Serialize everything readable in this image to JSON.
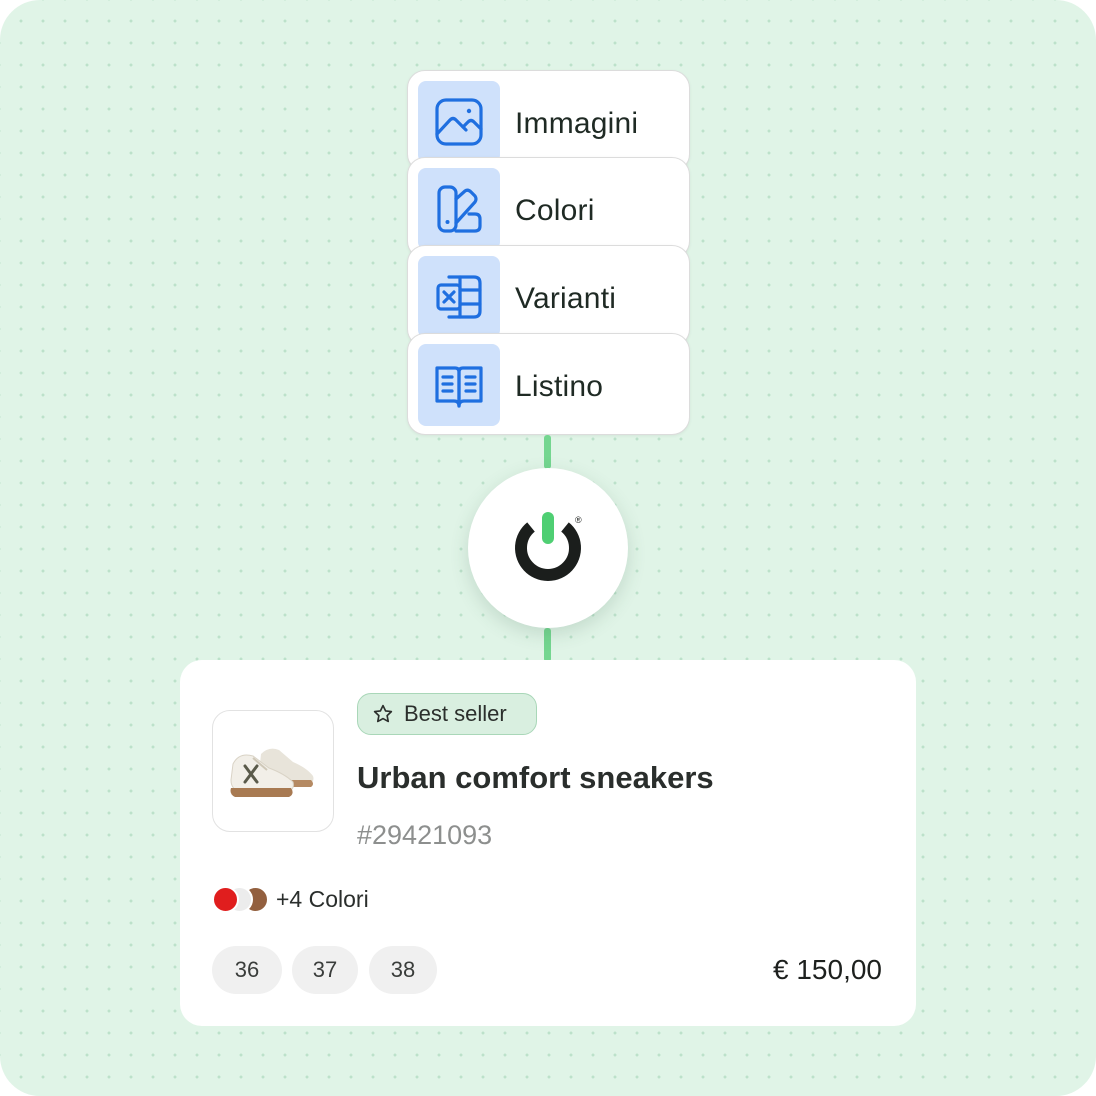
{
  "menu_items": [
    {
      "label": "Immagini",
      "icon": "image-icon"
    },
    {
      "label": "Colori",
      "icon": "swatch-icon"
    },
    {
      "label": "Varianti",
      "icon": "spreadsheet-icon"
    },
    {
      "label": "Listino",
      "icon": "book-icon"
    }
  ],
  "logo": {
    "icon": "power-logo-icon",
    "registered": "®"
  },
  "product": {
    "badge": "Best seller",
    "title": "Urban comfort sneakers",
    "sku": "#29421093",
    "colors_label": "+4 Colori",
    "swatch_colors": [
      "#e01e1e",
      "#ececec",
      "#93603f"
    ],
    "sizes": [
      "36",
      "37",
      "38"
    ],
    "price": "€ 150,00"
  },
  "colors": {
    "background": "#e0f4e7",
    "accent_green": "#74d690",
    "icon_blue": "#1f6fe0",
    "icon_tile": "#cfe1fb"
  }
}
